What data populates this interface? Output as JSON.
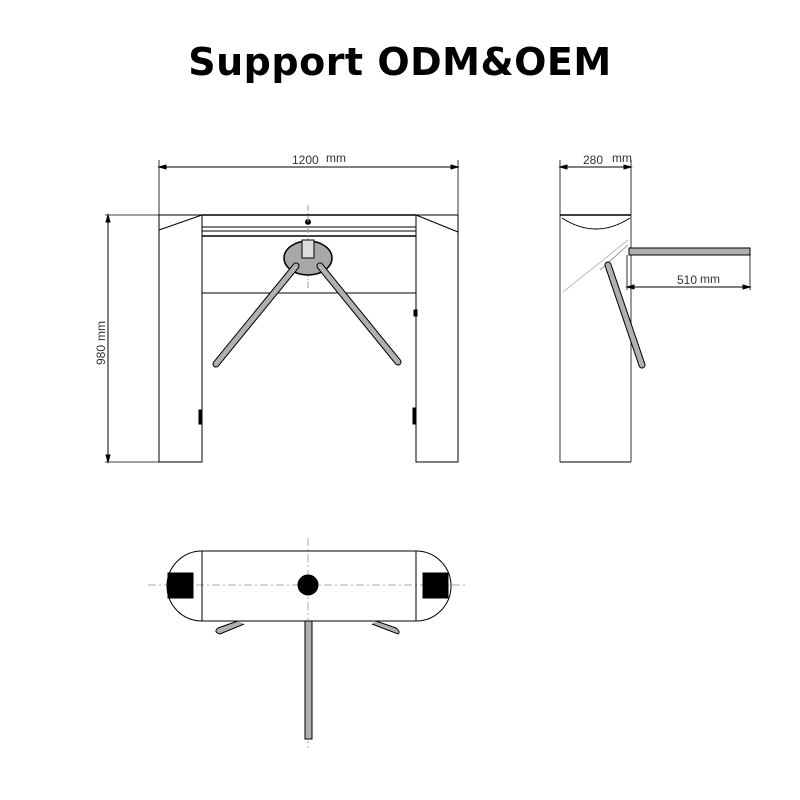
{
  "title": "Support ODM&OEM",
  "front_view": {
    "width_label": "1200",
    "width_unit": "mm",
    "height_label": "980",
    "height_unit": "mm"
  },
  "side_view": {
    "depth_label": "280",
    "depth_unit": "mm",
    "arm_label": "510",
    "arm_unit": "mm"
  },
  "top_view": {},
  "colors": {
    "line": "#000000",
    "arm_fill": "#b0b0b0",
    "hub_fill": "#a8a8a8",
    "centerline": "#aaaaaa"
  }
}
